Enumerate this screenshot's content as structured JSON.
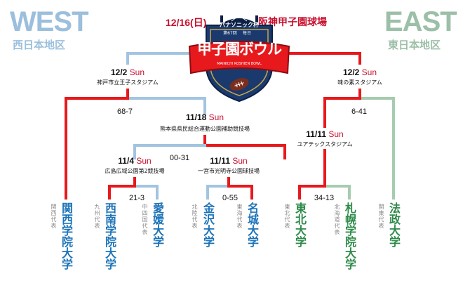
{
  "header": {
    "west": "WEST",
    "west_sub": "西日本地区",
    "east": "EAST",
    "east_sub": "東日本地区",
    "final_date": "12/16(日)",
    "final_venue": "阪神甲子園球場"
  },
  "logo": {
    "sponsor": "パナソニック杯",
    "edition": "第67回",
    "paper": "毎日",
    "title": "甲子園ボウル",
    "english": "MAINICHI KOSHIEN BOWL"
  },
  "games": {
    "west_final": {
      "date": "12/2",
      "day": "Sun",
      "venue": "神戸市立王子スタジアム",
      "score": "68-7"
    },
    "east_final": {
      "date": "12/2",
      "day": "Sun",
      "venue": "味の素スタジアム",
      "score": "6-41"
    },
    "west_semi": {
      "date": "11/18",
      "day": "Sun",
      "venue": "熊本県県民総合運動公園補助競技場",
      "score": "00-31"
    },
    "west_qf_left": {
      "date": "11/4",
      "day": "Sun",
      "venue": "広島広域公園第2競技場",
      "score": "21-3"
    },
    "west_qf_right": {
      "date": "11/11",
      "day": "Sun",
      "venue": "一宮市光明寺公園球技場",
      "score": "0-55"
    },
    "east_semi": {
      "date": "11/11",
      "day": "Sun",
      "venue": "ユアテックスタジアム",
      "score": "34-13"
    }
  },
  "teams": [
    {
      "name": "関西学院大学",
      "region": "関西代表"
    },
    {
      "name": "西南学院大学",
      "region": "九州代表"
    },
    {
      "name": "愛媛大学",
      "region": "中四国代表"
    },
    {
      "name": "金沢大学",
      "region": "北陸代表"
    },
    {
      "name": "名城大学",
      "region": "東海代表"
    },
    {
      "name": "東北大学",
      "region": "東北代表"
    },
    {
      "name": "札幌学院大学",
      "region": "北海道代表"
    },
    {
      "name": "法政大学",
      "region": "関東代表"
    }
  ],
  "colors": {
    "west_header": "#9bbfdc",
    "east_header": "#9cbfa8",
    "red": "#e8191c",
    "line_blue": "#a3c4e0",
    "line_green": "#a6ccb0",
    "team_blue": "#1c73b8",
    "team_green": "#2e8a4a",
    "date_red": "#c8102e"
  }
}
